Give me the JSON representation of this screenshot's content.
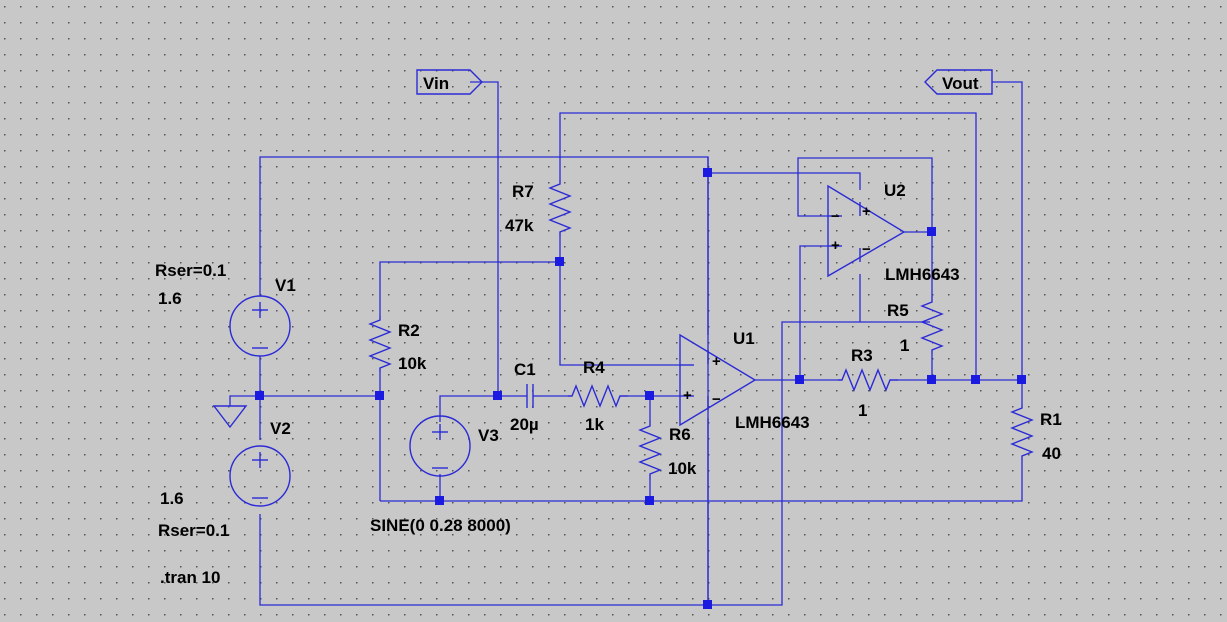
{
  "colors": {
    "background": "#c8c8c8",
    "wire": "#2b2bd6",
    "junction": "#1a1ae0",
    "grid_dot": "#555555"
  },
  "labels": {
    "vin": "Vin",
    "vout": "Vout",
    "v1": "V1",
    "v1_rser": "Rser=0.1",
    "v1_value": "1.6",
    "v2": "V2",
    "v2_value": "1.6",
    "v2_rser": "Rser=0.1",
    "v3": "V3",
    "v3_value": "SINE(0 0.28 8000)",
    "r1": "R1",
    "r1_value": "40",
    "r2": "R2",
    "r2_value": "10k",
    "r3": "R3",
    "r3_value": "1",
    "r4": "R4",
    "r4_value": "1k",
    "r5": "R5",
    "r5_value": "1",
    "r6": "R6",
    "r6_value": "10k",
    "r7": "R7",
    "r7_value": "47k",
    "c1": "C1",
    "c1_value": "20µ",
    "u1": "U1",
    "u1_model": "LMH6643",
    "u2": "U2",
    "u2_model": "LMH6643",
    "directive": ".tran 10",
    "plus": "+",
    "minus": "−"
  }
}
